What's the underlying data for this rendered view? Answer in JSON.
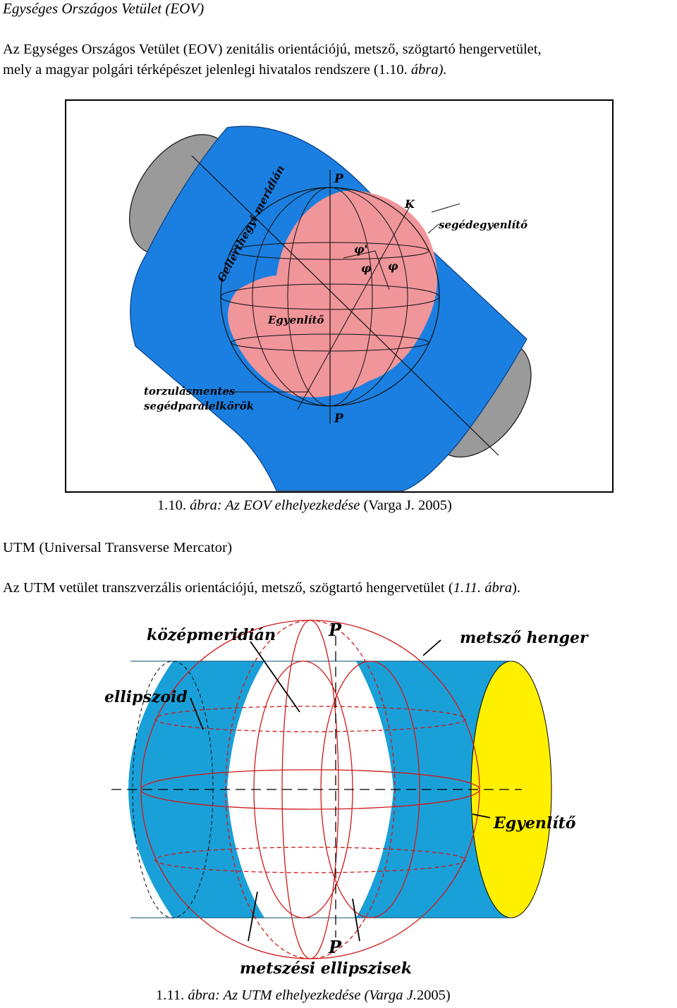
{
  "section1": {
    "title": "Egységes Országos Vetület (EOV)",
    "para_line1": "Az Egységes Országos Vetület (EOV) zenitális orientációjú, metsző, szögtartó hengervetület,",
    "para_line2_plain": "mely a magyar polgári térképészet jelenlegi hivatalos rendszere (1.10. ",
    "para_line2_italic": "ábra)."
  },
  "figure1": {
    "labels": {
      "gelert": "Gellérthegyi meridián",
      "p_top": "P",
      "k": "K",
      "segedegyenlito": "segédegyenlítő",
      "phi_prime": "φ'",
      "phi1": "φ",
      "phi2": "φ",
      "egyenlito": "Egyenlítő",
      "torzulas1": "torzulásmentes",
      "torzulas2": "segédparalelkörök",
      "p_bottom": "P"
    },
    "caption_num": "1.10. ",
    "caption_italic": "ábra: Az EOV elhelyezkedése",
    "caption_plain": " (Varga J. 2005)"
  },
  "section2": {
    "title": "UTM (Universal Transverse Mercator)",
    "para_plain": "Az UTM vetület transzverzális orientációjú, metsző, szögtartó hengervetület (",
    "para_italic": "1.11. ábra",
    "para_end": ")."
  },
  "figure2": {
    "labels": {
      "kozepmeridian": "középmeridián",
      "p_top": "P",
      "metszo_henger": "metsző henger",
      "ellipszoid": "ellipszoid",
      "egyenlito": "Egyenlítő",
      "p_bottom": "P",
      "metszesi": "metszési ellipszisek"
    },
    "caption_num": "1.11. ",
    "caption_italic": "ábra: Az UTM elhelyezkedése (Varga J.",
    "caption_plain": "2005)"
  },
  "colors": {
    "cylinder_blue": "#1a7fe0",
    "sphere_pink": "#f0959a",
    "end_grey": "#9a9a9a",
    "utm_blue": "#1aa0d8",
    "utm_yellow": "#fff000",
    "ellipse_red": "#d01818"
  }
}
